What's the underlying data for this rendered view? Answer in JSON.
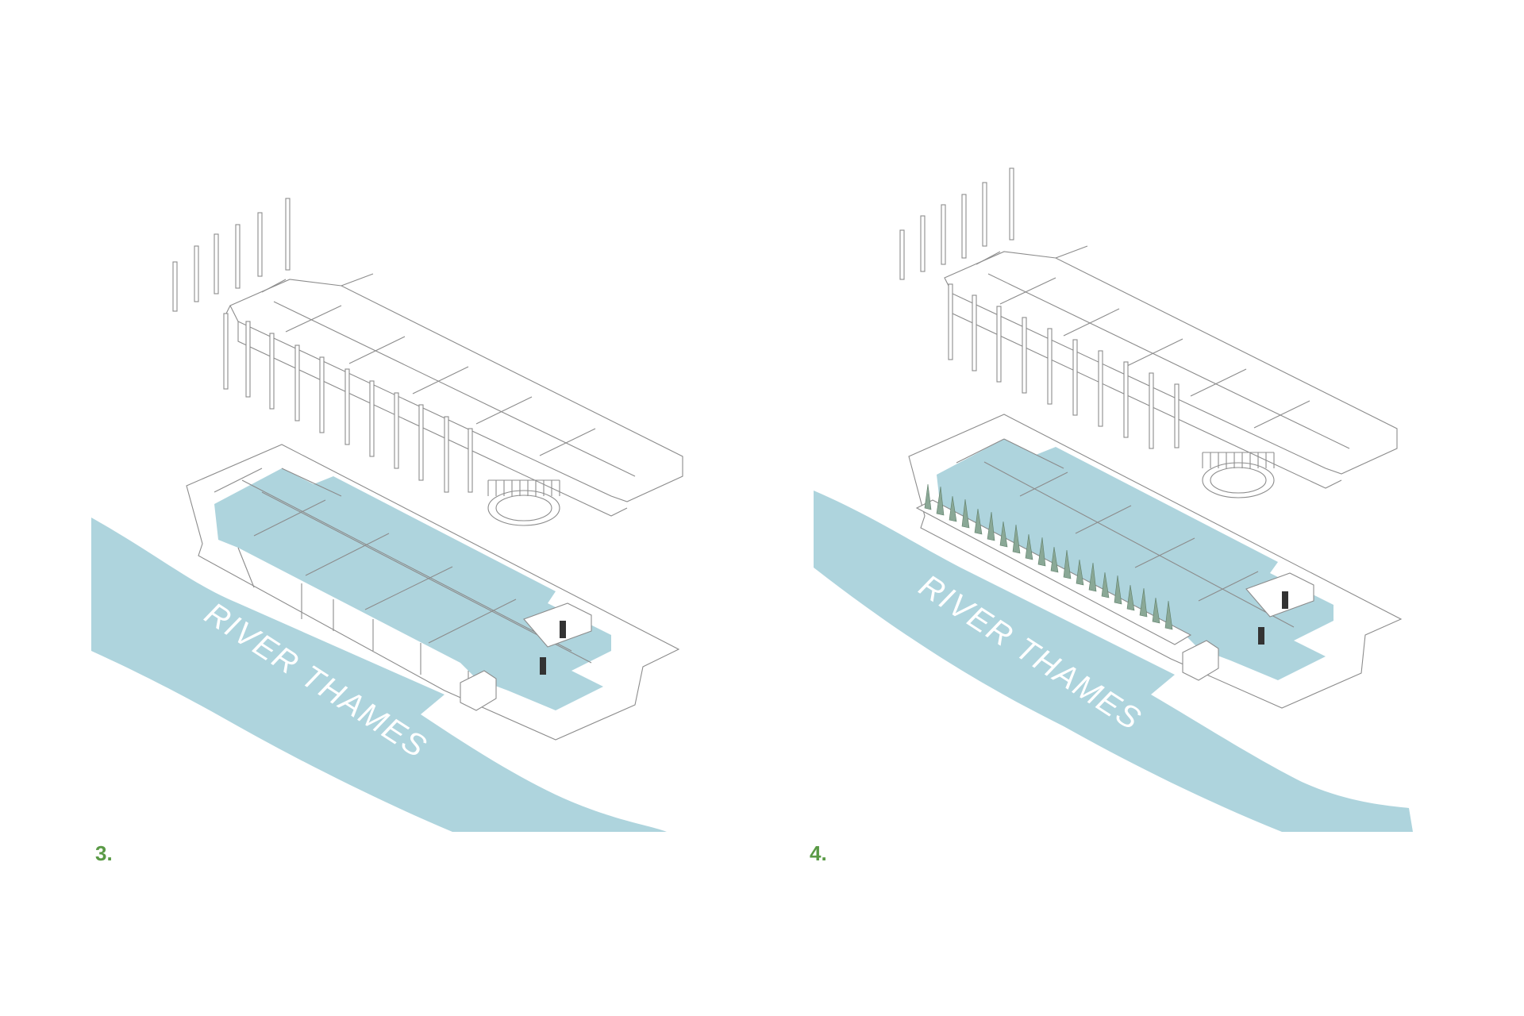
{
  "panels": [
    {
      "number": "3.",
      "river_label": "RIVER THAMES",
      "planting": false
    },
    {
      "number": "4.",
      "river_label": "RIVER THAMES",
      "planting": true
    }
  ],
  "colors": {
    "water": "#aed4dd",
    "line": "#8c8c8c",
    "label": "#5a9a46"
  }
}
